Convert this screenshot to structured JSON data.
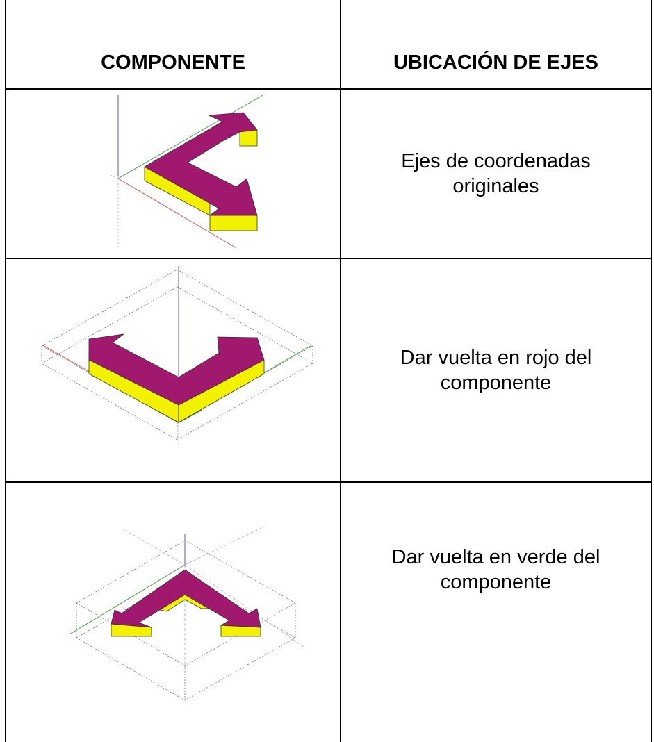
{
  "table": {
    "headers": {
      "component": "COMPONENTE",
      "axes_location": "UBICACIÓN DE EJES"
    },
    "rows": [
      {
        "description_line1": "Ejes de coordenadas",
        "description_line2": "originales"
      },
      {
        "description_line1": "Dar vuelta en rojo del",
        "description_line2": "componente"
      },
      {
        "description_line1": "Dar vuelta en verde del",
        "description_line2": "componente"
      }
    ]
  },
  "colors": {
    "arrow_top": "#a0196e",
    "arrow_side": "#f2f200",
    "axis_red": "#d05050",
    "axis_green": "#4aa04a",
    "axis_blue": "#5a5ab0",
    "bbox_line": "#777777"
  }
}
